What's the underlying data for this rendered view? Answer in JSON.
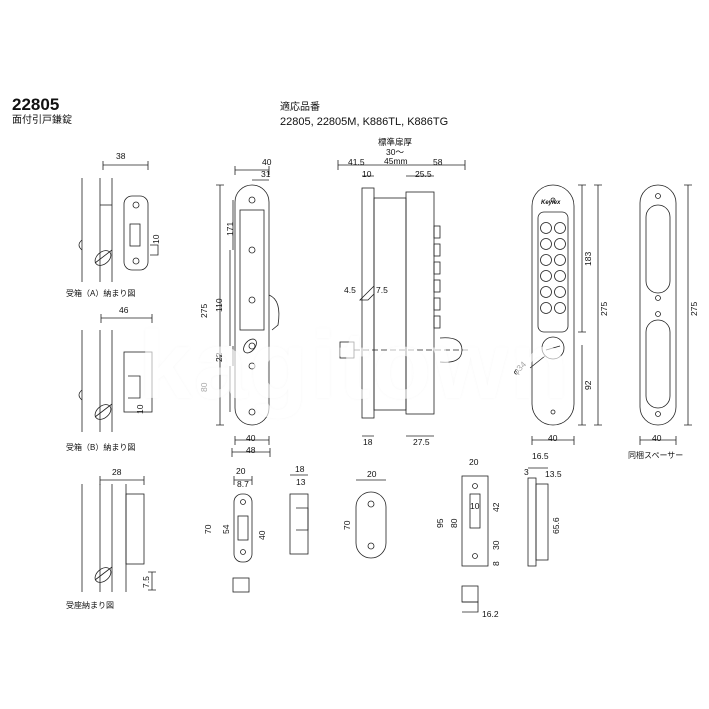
{
  "header": {
    "model": "22805",
    "subtitle": "面付引戸鎌錠",
    "compat_label": "適応品番",
    "compat_values": "22805, 22805M, K886TL, K886TG"
  },
  "watermark": "kagitown",
  "captions": {
    "strike_a": "受箱（A）納まり図",
    "strike_b": "受箱（B）納まり図",
    "strike_plate": "受座納まり図",
    "spacer": "同梱スペーサー"
  },
  "door_thickness": {
    "label": "標準扉厚",
    "range1": "30～",
    "range2": "45mm"
  },
  "keypad_brand": "Keylex",
  "dims": {
    "d38": "38",
    "d10a": "10",
    "d46": "46",
    "d10b": "10",
    "d28": "28",
    "d75": "7.5",
    "d40a": "40",
    "d31": "31",
    "d171": "171",
    "d275a": "275",
    "d110": "110",
    "d22": "22",
    "d80": "80",
    "d40b": "40",
    "d48": "48",
    "d415": "41.5",
    "d58": "58",
    "d10c": "10",
    "d255": "25.5",
    "d45": "4.5",
    "d75b": "7.5",
    "d18": "18",
    "d275b": "27.5",
    "d183": "183",
    "d275c": "275",
    "d92": "92",
    "dphi": "φ34",
    "d40c": "40",
    "d275d": "275",
    "d40d": "40",
    "d20a": "20",
    "d87": "8.7",
    "d70a": "70",
    "d54": "54",
    "d40e": "40",
    "d18b": "18",
    "d13": "13",
    "d20b": "20",
    "d70b": "70",
    "d20c": "20",
    "d95": "95",
    "d80b": "80",
    "d10d": "10",
    "d42": "42",
    "d30": "30",
    "d8": "8",
    "d162": "16.2",
    "d165": "16.5",
    "d3": "3",
    "d135": "13.5",
    "d656": "65.6"
  }
}
